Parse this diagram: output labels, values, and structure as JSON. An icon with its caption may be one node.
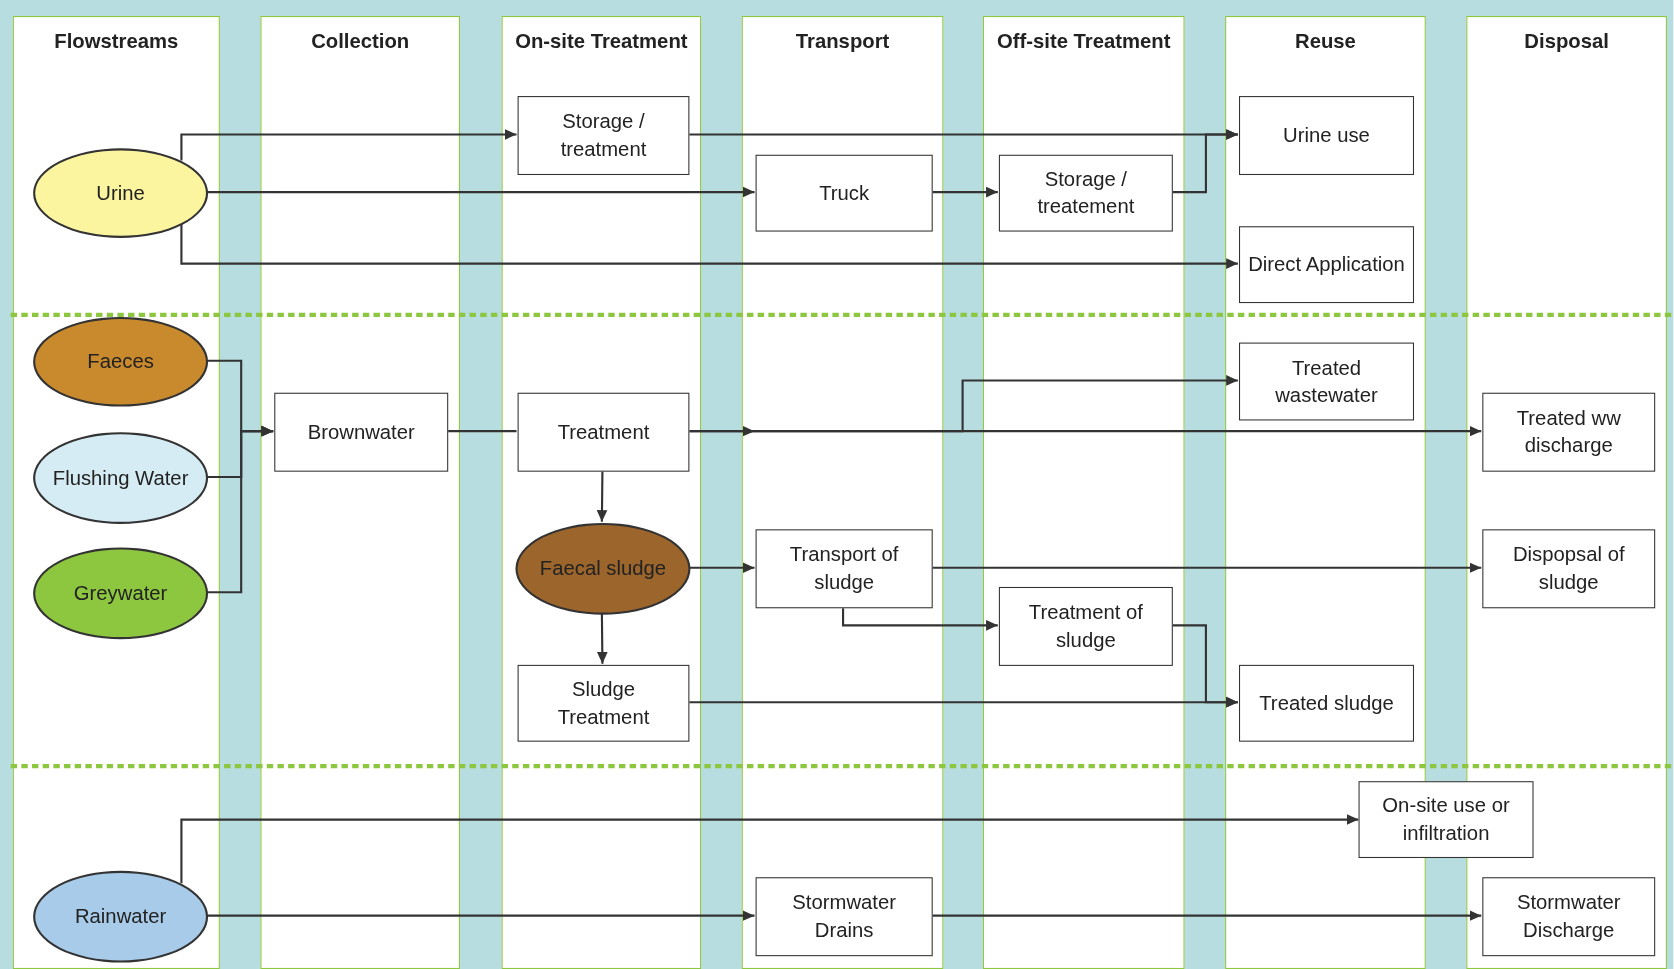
{
  "diagram": {
    "nodes": [
      {
        "text": [
          "Flowstreams"
        ]
      },
      {
        "text": [
          "Collection"
        ]
      },
      {
        "text": [
          "On-site Treatment"
        ]
      },
      {
        "text": [
          "Transport"
        ]
      },
      {
        "text": [
          "Off-site Treatment"
        ]
      },
      {
        "text": [
          "Reuse"
        ]
      },
      {
        "text": [
          "Disposal"
        ]
      },
      {
        "text": [
          "Storage / treatment"
        ],
        "in": 2
      },
      {
        "text": [
          "Urine use"
        ],
        "in": 5
      },
      {
        "text": [
          "Urine"
        ],
        "in": 0
      },
      {
        "text": [
          "Truck"
        ],
        "in": 3
      },
      {
        "text": [
          "Storage / treatement"
        ],
        "in": 4
      },
      {
        "text": [
          "Direct Application"
        ],
        "in": 5
      },
      {
        "text": [
          "Faeces"
        ],
        "in": 0
      },
      {
        "text": [
          "Treated wastewater"
        ],
        "in": 5
      },
      {
        "text": [
          "Treated ww discharge"
        ],
        "in": 6
      },
      {
        "text": [
          "Brownwater"
        ],
        "in": 1
      },
      {
        "text": [
          "Treatment"
        ],
        "in": 2
      },
      {
        "text": [
          "Flushing Water"
        ],
        "in": 0
      },
      {
        "text": [
          "Faecal sludge"
        ],
        "in": 2
      },
      {
        "text": [
          "Transport of sludge"
        ],
        "in": 3
      },
      {
        "text": [
          "Dispopsal of sludge"
        ],
        "in": 6
      },
      {
        "text": [
          "Greywater"
        ],
        "in": 0
      },
      {
        "text": [
          "Treatment of sludge"
        ],
        "in": 4
      },
      {
        "text": [
          "Sludge Treatment"
        ],
        "in": 2
      },
      {
        "text": [
          "Treated sludge"
        ],
        "in": 5
      },
      {
        "text": [
          "On-site use or infiltration"
        ]
      },
      {
        "text": [
          "Rainwater"
        ],
        "in": 0
      },
      {
        "text": [
          "Stormwater Drains"
        ],
        "in": 3
      },
      {
        "text": [
          "Stormwater Discharge"
        ],
        "in": 6
      }
    ],
    "edges": [
      {
        "from": 9,
        "to": 7,
        "arrow": "to"
      },
      {
        "from": 7,
        "to": 8,
        "arrow": "to"
      },
      {
        "from": 9,
        "to": 10,
        "arrow": "to"
      },
      {
        "from": 10,
        "to": 11,
        "arrow": "to"
      },
      {
        "from": 11,
        "to": 8,
        "arrow": "to"
      },
      {
        "from": 9,
        "to": 12,
        "arrow": "to"
      },
      {
        "from": 13,
        "to": 16,
        "arrow": "to"
      },
      {
        "from": 18,
        "to": 16,
        "arrow": "to"
      },
      {
        "from": 22,
        "to": 16,
        "arrow": "to"
      },
      {
        "from": 16,
        "to": 17,
        "arrow": "none"
      },
      {
        "from": 17,
        "to": 14,
        "arrow": "to"
      },
      {
        "from": 17,
        "to": 15,
        "arrow": "to"
      },
      {
        "from": 17,
        "to": 19,
        "arrow": "to"
      },
      {
        "from": 19,
        "to": 20,
        "arrow": "to"
      },
      {
        "from": 19,
        "to": 24,
        "arrow": "to"
      },
      {
        "from": 20,
        "to": 21,
        "arrow": "to"
      },
      {
        "from": 20,
        "to": 23,
        "arrow": "to"
      },
      {
        "from": 23,
        "to": 25,
        "arrow": "to"
      },
      {
        "from": 24,
        "to": 25,
        "arrow": "to"
      },
      {
        "from": 27,
        "to": 26,
        "arrow": "to"
      },
      {
        "from": 27,
        "to": 28,
        "arrow": "to"
      },
      {
        "from": 28,
        "to": 29,
        "arrow": "to"
      }
    ]
  }
}
